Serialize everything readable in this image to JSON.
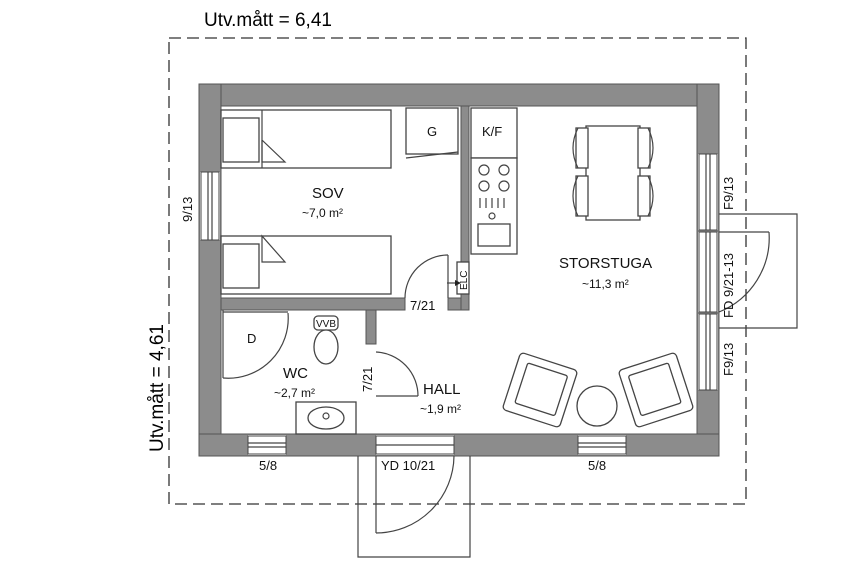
{
  "dimensions": {
    "width_label": "Utv.mått = 6,41",
    "depth_label": "Utv.mått = 4,61"
  },
  "rooms": {
    "sov": {
      "name": "SOV",
      "area": "~7,0 m²"
    },
    "storstuga": {
      "name": "STORSTUGA",
      "area": "~11,3 m²"
    },
    "wc": {
      "name": "WC",
      "area": "~2,7 m²"
    },
    "hall": {
      "name": "HALL",
      "area": "~1,9 m²"
    }
  },
  "fixtures": {
    "g": "G",
    "kf": "K/F",
    "elc": "ELC",
    "vvb": "VVB",
    "d": "D"
  },
  "openings": {
    "window_sov": "9/13",
    "door_sov": "7/21",
    "door_wc": "7/21",
    "front_door": "YD 10/21",
    "window_wc": "5/8",
    "window_south": "5/8",
    "window_east_top": "F9/13",
    "patio_door": "FD 9/21-13",
    "window_east_bottom": "F9/13"
  }
}
